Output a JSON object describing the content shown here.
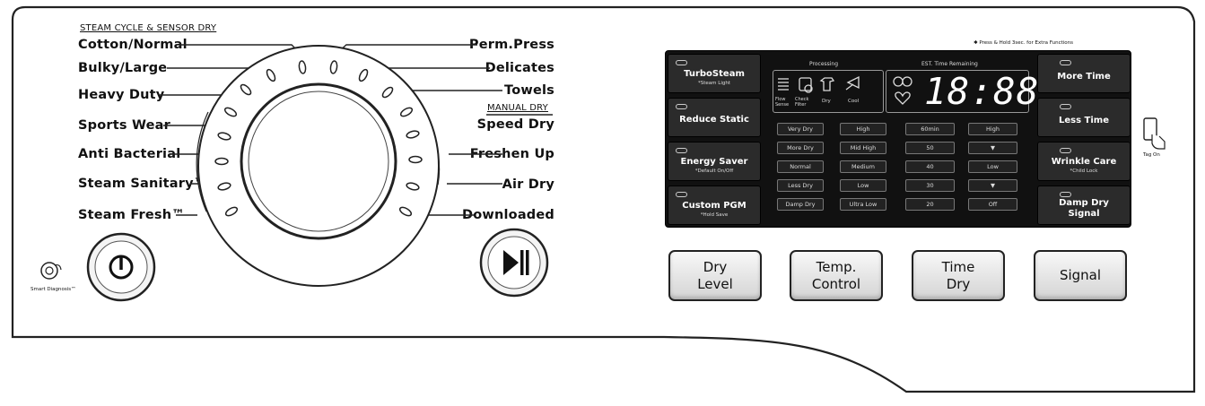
{
  "cycle_header": "STEAM CYCLE & SENSOR DRY",
  "manual_header": "MANUAL DRY",
  "left_cycles": [
    "Cotton/Normal",
    "Bulky/Large",
    "Heavy Duty",
    "Sports Wear",
    "Anti Bacterial",
    "Steam Sanitary™",
    "Steam Fresh™"
  ],
  "right_cycles": [
    "Perm.Press",
    "Delicates",
    "Towels",
    "Speed Dry",
    "Freshen Up",
    "Air Dry",
    "Downloaded"
  ],
  "smart_diagnosis_label": "Smart Diagnosis™",
  "hold_note": "✱ Press & Hold 3sec. for Extra Functions",
  "display": {
    "processing_label": "Processing",
    "time_label": "EST. Time Remaining",
    "time_digits": "18:88",
    "status_icons": [
      "Flow Sense",
      "Check Filter",
      "Dry",
      "Cool"
    ],
    "grid": [
      [
        "Very Dry",
        "High",
        "60min",
        "High"
      ],
      [
        "More Dry",
        "Mid High",
        "50",
        "▼"
      ],
      [
        "Normal",
        "Medium",
        "40",
        "Low"
      ],
      [
        "Less Dry",
        "Low",
        "30",
        "▼"
      ],
      [
        "Damp Dry",
        "Ultra Low",
        "20",
        "Off"
      ]
    ]
  },
  "left_side_buttons": [
    {
      "label": "TurboSteam",
      "sub": "*Steam Light"
    },
    {
      "label": "Reduce Static",
      "sub": ""
    },
    {
      "label": "Energy Saver",
      "sub": "*Default On/Off"
    },
    {
      "label": "Custom PGM",
      "sub": "*Hold Save"
    }
  ],
  "right_side_buttons": [
    {
      "label": "More Time",
      "sub": ""
    },
    {
      "label": "Less Time",
      "sub": ""
    },
    {
      "label": "Wrinkle Care",
      "sub": "*Child Lock"
    },
    {
      "label": "Damp Dry Signal",
      "sub": ""
    }
  ],
  "tag_label": "Tag On",
  "bottom_buttons": [
    "Dry\nLevel",
    "Temp.\nControl",
    "Time\nDry",
    "Signal"
  ]
}
